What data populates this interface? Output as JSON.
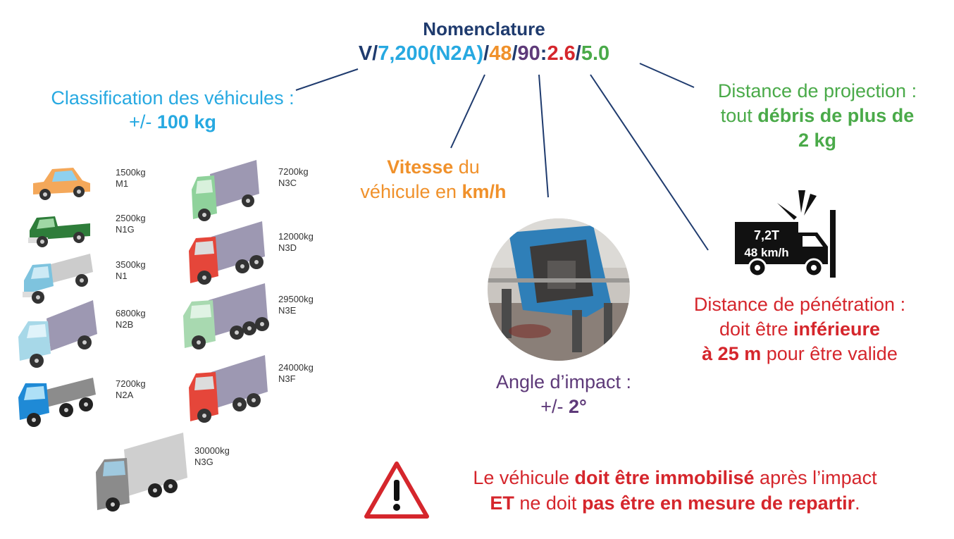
{
  "header": {
    "title": "Nomenclature",
    "code": {
      "v": "V",
      "s1": "/",
      "mass": "7,200(N2A)",
      "s2": "/",
      "speed": "48",
      "s3": "/",
      "angle": "90",
      "s4": ":",
      "penetration": "2.6",
      "s5": "/",
      "projection": "5.0"
    }
  },
  "classification": {
    "line1": "Classification des véhicules :",
    "prefix": "+/- ",
    "value": "100 kg"
  },
  "speed": {
    "bold1": "Vitesse",
    "text1": " du",
    "text2": "véhicule en ",
    "bold2": "km/h"
  },
  "angle": {
    "line1": "Angle d’impact :",
    "prefix": "+/- ",
    "value": "2°"
  },
  "projection": {
    "line1": "Distance de projection :",
    "text1": "tout ",
    "bold1": "débris de plus de",
    "bold2": "2 kg"
  },
  "penetration": {
    "line1": "Distance de pénétration :",
    "text1": "doit être ",
    "bold1": "inférieure",
    "bold2": "à 25 m",
    "text2": " pour être valide"
  },
  "warning": {
    "text1": "Le véhicule ",
    "bold1": "doit être immobilisé",
    "text2": " après l’impact",
    "bold2": "ET",
    "text3": " ne doit ",
    "bold3": "pas être en mesure de repartir",
    "text4": "."
  },
  "truck_icon": {
    "line1": "7,2T",
    "line2": "48 km/h"
  },
  "vehicles": [
    {
      "mass": "1500kg",
      "code": "M1"
    },
    {
      "mass": "2500kg",
      "code": "N1G"
    },
    {
      "mass": "3500kg",
      "code": "N1"
    },
    {
      "mass": "6800kg",
      "code": "N2B"
    },
    {
      "mass": "7200kg",
      "code": "N2A"
    },
    {
      "mass": "7200kg",
      "code": "N3C"
    },
    {
      "mass": "12000kg",
      "code": "N3D"
    },
    {
      "mass": "29500kg",
      "code": "N3E"
    },
    {
      "mass": "24000kg",
      "code": "N3F"
    },
    {
      "mass": "30000kg",
      "code": "N3G"
    }
  ],
  "colors": {
    "navy": "#1f3b6e",
    "blue": "#27a9e1",
    "orange": "#f0912b",
    "purple": "#5e3a79",
    "red": "#d5262c",
    "green": "#4aaa49"
  }
}
